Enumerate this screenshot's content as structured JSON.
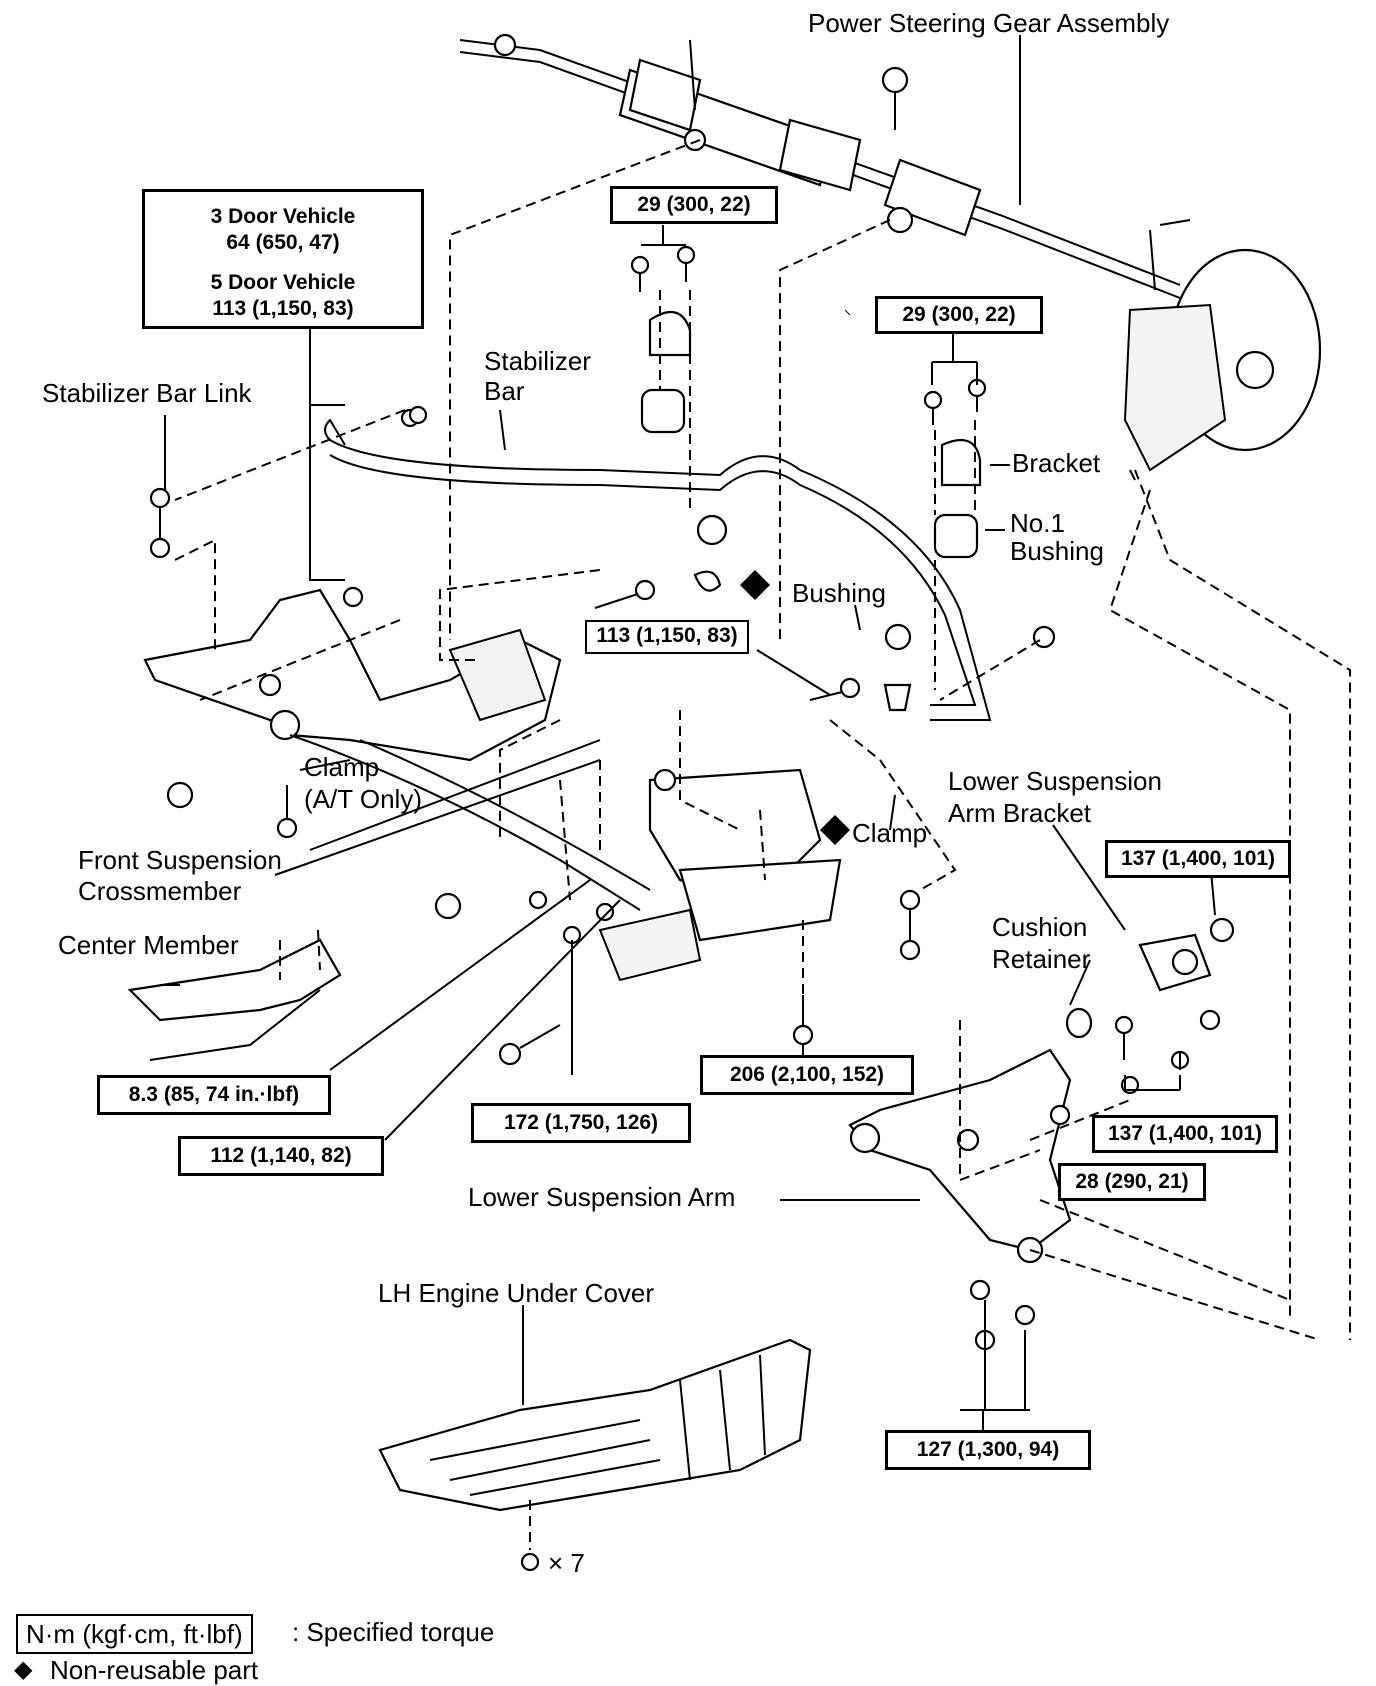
{
  "labels": {
    "power_steering": "Power Steering Gear Assembly",
    "stabilizer_bar_link": "Stabilizer Bar Link",
    "stabilizer_bar_1": "Stabilizer",
    "stabilizer_bar_2": "Bar",
    "bracket": "Bracket",
    "no1_bushing_1": "No.1",
    "no1_bushing_2": "Bushing",
    "bushing": "Bushing",
    "clamp_at_1": "Clamp",
    "clamp_at_2": "(A/T Only)",
    "front_crossmember_1": "Front Suspension",
    "front_crossmember_2": "Crossmember",
    "center_member": "Center Member",
    "clamp": "Clamp",
    "lower_arm_bracket_1": "Lower Suspension",
    "lower_arm_bracket_2": "Arm Bracket",
    "cushion_retainer_1": "Cushion",
    "cushion_retainer_2": "Retainer",
    "lower_suspension_arm": "Lower Suspension Arm",
    "lh_engine_under_cover": "LH Engine Under Cover",
    "bolt_count": "× 7"
  },
  "torque_specs": {
    "door_3_label": "3 Door Vehicle",
    "door_3_value": "64 (650, 47)",
    "door_5_label": "5 Door Vehicle",
    "door_5_value": "113 (1,150, 83)",
    "t_29a": "29 (300, 22)",
    "t_29b": "29 (300, 22)",
    "t_113": "113 (1,150, 83)",
    "t_137a": "137 (1,400, 101)",
    "t_137b": "137 (1,400, 101)",
    "t_28": "28 (290, 21)",
    "t_206": "206 (2,100, 152)",
    "t_8_3": "8.3 (85, 74 in.·lbf)",
    "t_172": "172 (1,750, 126)",
    "t_112": "112 (1,140, 82)",
    "t_127": "127 (1,300, 94)"
  },
  "legend": {
    "unit_box": "N·m (kgf·cm, ft·lbf)",
    "unit_text": ": Specified torque",
    "diamond": "◆",
    "nonreusable": "Non-reusable part"
  }
}
